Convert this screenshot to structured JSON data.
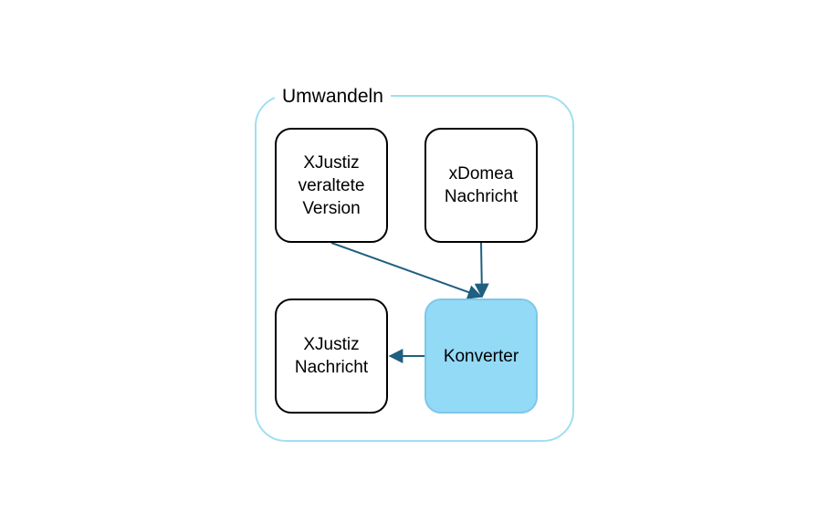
{
  "group": {
    "title": "Umwandeln"
  },
  "nodes": {
    "xjustiz_old": "XJustiz\nveraltete\nVersion",
    "xdomea": "xDomea\nNachricht",
    "xjustiz": "XJustiz\nNachricht",
    "konverter": "Konverter"
  },
  "colors": {
    "group_border": "#9ee0f2",
    "converter_fill": "#93daf7",
    "edge": "#1f5f80"
  },
  "edges": [
    {
      "from": "XJustiz veraltete Version",
      "to": "Konverter"
    },
    {
      "from": "xDomea Nachricht",
      "to": "Konverter"
    },
    {
      "from": "Konverter",
      "to": "XJustiz Nachricht"
    }
  ]
}
